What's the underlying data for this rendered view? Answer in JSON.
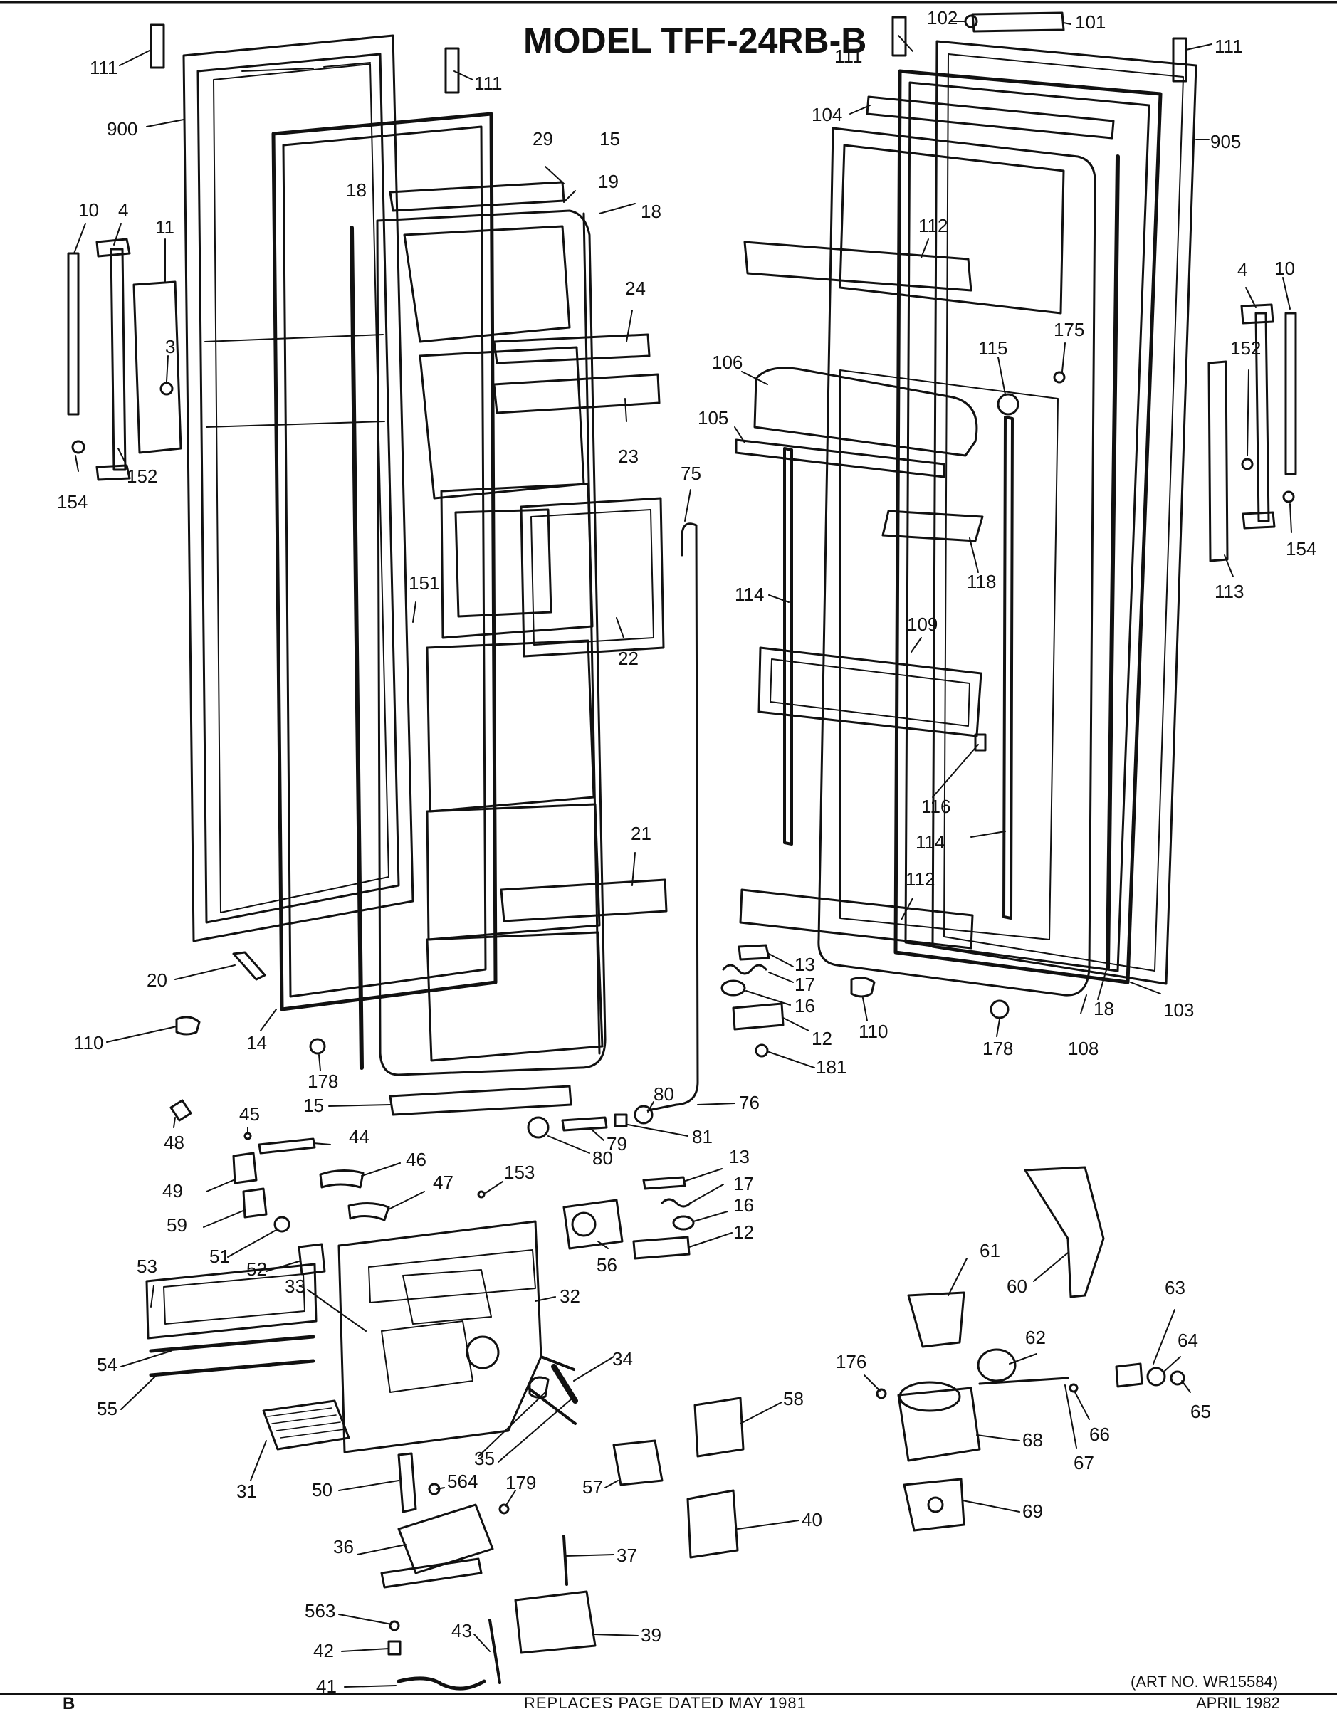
{
  "title": "MODEL TFF-24RB-B",
  "art_no": "(ART NO. WR15584)",
  "footer_left": "B",
  "footer_center": "REPLACES PAGE DATED MAY 1981",
  "footer_right": "APRIL 1982",
  "callouts": {
    "c111a": "111",
    "c111b": "111",
    "c111c": "111",
    "c111d": "111",
    "c102": "102",
    "c101": "101",
    "c104": "104",
    "c900": "900",
    "c905": "905",
    "c29": "29",
    "c15a": "15",
    "c19": "19",
    "c18a": "18",
    "c18b": "18",
    "c10a": "10",
    "c4a": "4",
    "c11": "11",
    "c3": "3",
    "c152a": "152",
    "c154a": "154",
    "c24": "24",
    "c23": "23",
    "c22": "22",
    "c21": "21",
    "c151": "151",
    "c112a": "112",
    "c106": "106",
    "c105": "105",
    "c115": "115",
    "c175": "175",
    "c4b": "4",
    "c10b": "10",
    "c152b": "152",
    "c154b": "154",
    "c113": "113",
    "c75": "75",
    "c114a": "114",
    "c118": "118",
    "c109": "109",
    "c116": "116",
    "c114b": "114",
    "c112b": "112",
    "c13a": "13",
    "c17a": "17",
    "c16a": "16",
    "c12a": "12",
    "c181": "181",
    "c110a": "110",
    "c178a": "178",
    "c18c": "18",
    "c108": "108",
    "c103": "103",
    "c20": "20",
    "c110b": "110",
    "c14": "14",
    "c178b": "178",
    "c15b": "15",
    "c80a": "80",
    "c76": "76",
    "c81": "81",
    "c80b": "80",
    "c79": "79",
    "c48": "48",
    "c45": "45",
    "c44": "44",
    "c49": "49",
    "c46": "46",
    "c47": "47",
    "c153": "153",
    "c13b": "13",
    "c17b": "17",
    "c16b": "16",
    "c12b": "12",
    "c59": "59",
    "c51": "51",
    "c52": "52",
    "c56": "56",
    "c53": "53",
    "c33": "33",
    "c32": "32",
    "c61": "61",
    "c60": "60",
    "c63": "63",
    "c54": "54",
    "c55": "55",
    "c34": "34",
    "c176": "176",
    "c62": "62",
    "c64": "64",
    "c65": "65",
    "c66": "66",
    "c58": "58",
    "c68": "68",
    "c67": "67",
    "c31": "31",
    "c35": "35",
    "c57": "57",
    "c50": "50",
    "c564": "564",
    "c179": "179",
    "c69": "69",
    "c40": "40",
    "c36": "36",
    "c37": "37",
    "c563": "563",
    "c39": "39",
    "c42": "42",
    "c43": "43",
    "c41": "41"
  }
}
